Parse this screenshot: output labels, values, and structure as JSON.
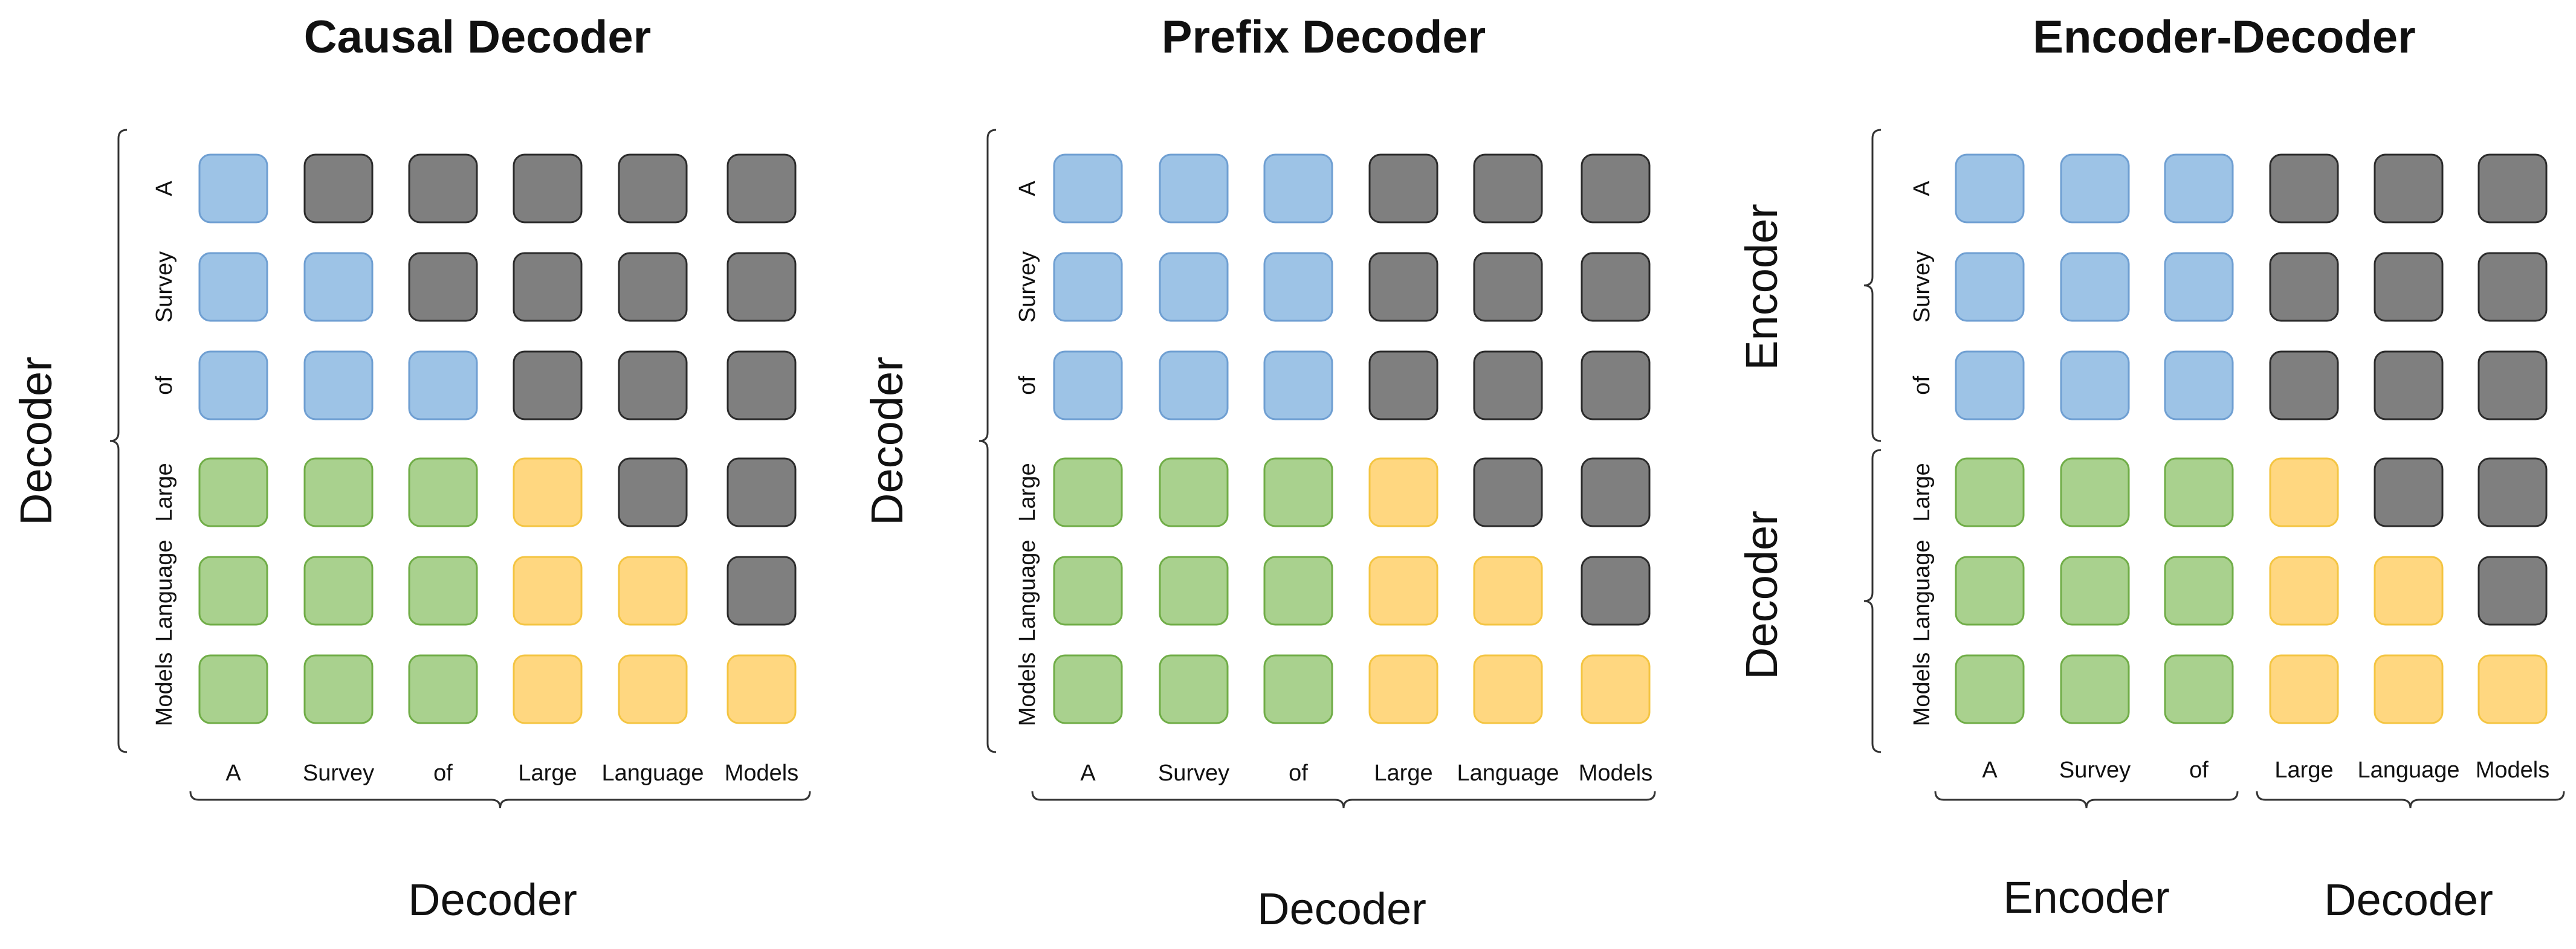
{
  "colors": {
    "visible": {
      "fill": "#9dc3e6",
      "stroke": "#6f9fd2"
    },
    "prefix_input": {
      "fill": "#9dc3e6",
      "stroke": "#6f9fd2"
    },
    "generated_context": {
      "fill": "#a9d18e",
      "stroke": "#70ad47"
    },
    "self": {
      "fill": "#ffd780",
      "stroke": "#f4c542"
    },
    "masked": {
      "fill": "#7f7f7f",
      "stroke": "#2b2b2b"
    }
  },
  "tokens": [
    "A",
    "Survey",
    "of",
    "Large",
    "Language",
    "Models"
  ],
  "panels": [
    {
      "title": "Causal Decoder",
      "row_groups": [
        {
          "label": "Decoder",
          "rows": 6
        }
      ],
      "col_groups": [
        {
          "label": "Decoder",
          "cols": 6
        }
      ],
      "matrix": [
        [
          "B",
          "K",
          "K",
          "K",
          "K",
          "K"
        ],
        [
          "B",
          "B",
          "K",
          "K",
          "K",
          "K"
        ],
        [
          "B",
          "B",
          "B",
          "K",
          "K",
          "K"
        ],
        [
          "G",
          "G",
          "G",
          "Y",
          "K",
          "K"
        ],
        [
          "G",
          "G",
          "G",
          "Y",
          "Y",
          "K"
        ],
        [
          "G",
          "G",
          "G",
          "Y",
          "Y",
          "Y"
        ]
      ]
    },
    {
      "title": "Prefix Decoder",
      "row_groups": [
        {
          "label": "Decoder",
          "rows": 6
        }
      ],
      "col_groups": [
        {
          "label": "Decoder",
          "cols": 6
        }
      ],
      "matrix": [
        [
          "B",
          "B",
          "B",
          "K",
          "K",
          "K"
        ],
        [
          "B",
          "B",
          "B",
          "K",
          "K",
          "K"
        ],
        [
          "B",
          "B",
          "B",
          "K",
          "K",
          "K"
        ],
        [
          "G",
          "G",
          "G",
          "Y",
          "K",
          "K"
        ],
        [
          "G",
          "G",
          "G",
          "Y",
          "Y",
          "K"
        ],
        [
          "G",
          "G",
          "G",
          "Y",
          "Y",
          "Y"
        ]
      ]
    },
    {
      "title": "Encoder-Decoder",
      "row_groups": [
        {
          "label": "Encoder",
          "rows": 3
        },
        {
          "label": "Decoder",
          "rows": 3
        }
      ],
      "col_groups": [
        {
          "label": "Encoder",
          "cols": 3
        },
        {
          "label": "Decoder",
          "cols": 3
        }
      ],
      "matrix": [
        [
          "B",
          "B",
          "B",
          "K",
          "K",
          "K"
        ],
        [
          "B",
          "B",
          "B",
          "K",
          "K",
          "K"
        ],
        [
          "B",
          "B",
          "B",
          "K",
          "K",
          "K"
        ],
        [
          "G",
          "G",
          "G",
          "Y",
          "K",
          "K"
        ],
        [
          "G",
          "G",
          "G",
          "Y",
          "Y",
          "K"
        ],
        [
          "G",
          "G",
          "G",
          "Y",
          "Y",
          "Y"
        ]
      ]
    }
  ]
}
